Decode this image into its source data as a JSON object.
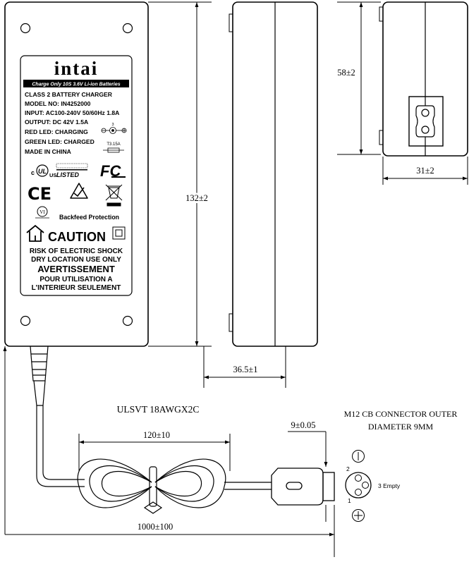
{
  "label": {
    "brand": "intai",
    "banner": "Charge Only 10S 3.6V Li-ion Batteries",
    "specs": [
      "CLASS 2 BATTERY CHARGER",
      "MODEL NO: IN4252000",
      "INPUT: AC100-240V 50/60Hz 1.8A",
      "OUTPUT: DC 42V 1.5A",
      "RED LED: CHARGING",
      "GREEN LED: CHARGED",
      "MADE IN CHINA"
    ],
    "fuse": "T3.15A",
    "polarity_pin": "3",
    "ul_c": "c",
    "ul_us": "US",
    "ul_listed": "LISTED",
    "fcc": "FC",
    "ce": "CE",
    "vi": "VI",
    "backfeed": "Backfeed Protection",
    "caution": "CAUTION",
    "warnings": [
      "RISK OF ELECTRIC SHOCK",
      "DRY LOCATION USE ONLY"
    ],
    "avertissement": "AVERTISSEMENT",
    "french": [
      "POUR UTILISATION A",
      "L'INTERIEUR SEULEMENT"
    ]
  },
  "dimensions": {
    "length": "132±2",
    "height": "58±2",
    "width": "31±2",
    "thickness": "36.5±1",
    "cable_loop": "120±10",
    "cable_total": "1000±100",
    "pin_spacing": "9±0.05"
  },
  "cable_spec": "ULSVT 18AWGX2C",
  "connector": {
    "title_line1": "M12 CB CONNECTOR OUTER",
    "title_line2": "DIAMETER 9MM",
    "pin1": "1",
    "pin2": "2",
    "pin3": "3 Empty"
  },
  "colors": {
    "line": "#000000",
    "background": "#ffffff"
  }
}
